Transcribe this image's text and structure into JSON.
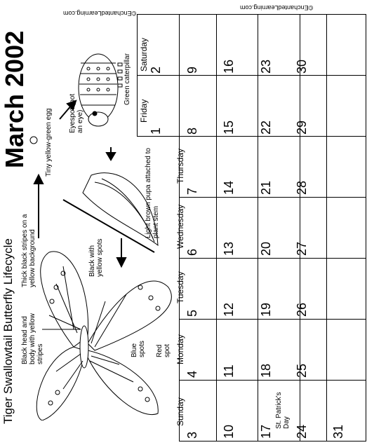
{
  "calendar": {
    "title": "March 2002",
    "weekdays": [
      "Sunday",
      "Monday",
      "Tuesday",
      "Wednesday",
      "Thursday",
      "Friday",
      "Saturday"
    ],
    "dates": [
      "1",
      "2",
      "3",
      "4",
      "5",
      "6",
      "7",
      "8",
      "9",
      "10",
      "11",
      "12",
      "13",
      "14",
      "15",
      "16",
      "17",
      "18",
      "19",
      "20",
      "21",
      "22",
      "23",
      "24",
      "25",
      "26",
      "27",
      "28",
      "29",
      "30",
      "31"
    ],
    "holiday_17": "St. Patrick's Day"
  },
  "lifecycle": {
    "title": "Tiger Swallowtail Butterfly Lifecycle",
    "egg_label": "Tiny yellow-green egg",
    "eyespot_label": "Eyespot (not an eye)",
    "caterpillar_label": "Green caterpillar",
    "pupa_label": "Light brown pupa attached to plant stem",
    "black_yellow_spots": "Black with yellow spots",
    "thick_stripes": "Thick black stripes on a yellow background",
    "head_body": "Black head and body with yellow stripes",
    "blue_spots": "Blue spots",
    "red_spot": "Red spot"
  },
  "copyright": "©EnchantedLearning.com"
}
